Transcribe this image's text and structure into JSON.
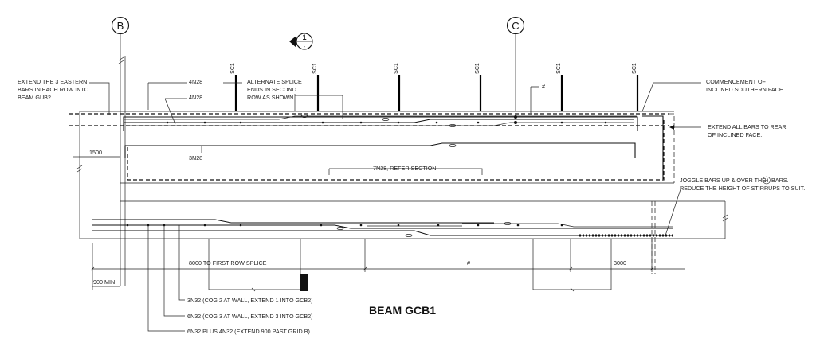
{
  "grid": {
    "b": "B",
    "c": "C"
  },
  "section": {
    "number": "1",
    "sub": "-"
  },
  "columns": {
    "label": "SC1"
  },
  "hash": "#",
  "title": "BEAM GCB1",
  "notes": {
    "extend_eastern": [
      "EXTEND THE 3 EASTERN",
      "BARS IN EACH ROW INTO",
      "BEAM GUB2."
    ],
    "n4n28_a": "4N28",
    "n4n28_b": "4N28",
    "alt_splice": [
      "ALTERNATE SPLICE",
      "ENDS IN SECOND",
      "ROW AS SHOWN."
    ],
    "commencement": [
      "COMMENCEMENT OF",
      "INCLINED SOUTHERN FACE."
    ],
    "extend_all": [
      "EXTEND ALL BARS TO REAR",
      "OF INCLINED FACE."
    ],
    "n3n28": "3N28",
    "n7n28": "7N28, REFER SECTION.",
    "joggle": [
      "JOGGLE BARS UP & OVER THE",
      "BARS.",
      "REDUCE THE HEIGHT OF STIRRUPS TO SUIT."
    ],
    "joggle_h": "H",
    "dim_1500": "1500",
    "dim_8000": "8000 TO FIRST ROW SPLICE",
    "dim_hash": "#",
    "dim_3000": "3000",
    "dim_900": "900 MIN",
    "n3n32": "3N32 (COG 2 AT WALL, EXTEND 1 INTO GCB2)",
    "n6n32": "6N32 (COG 3 AT WALL, EXTEND 3 INTO GCB2)",
    "n6n32p": "6N32 PLUS 4N32 (EXTEND 900 PAST GRID B)"
  }
}
